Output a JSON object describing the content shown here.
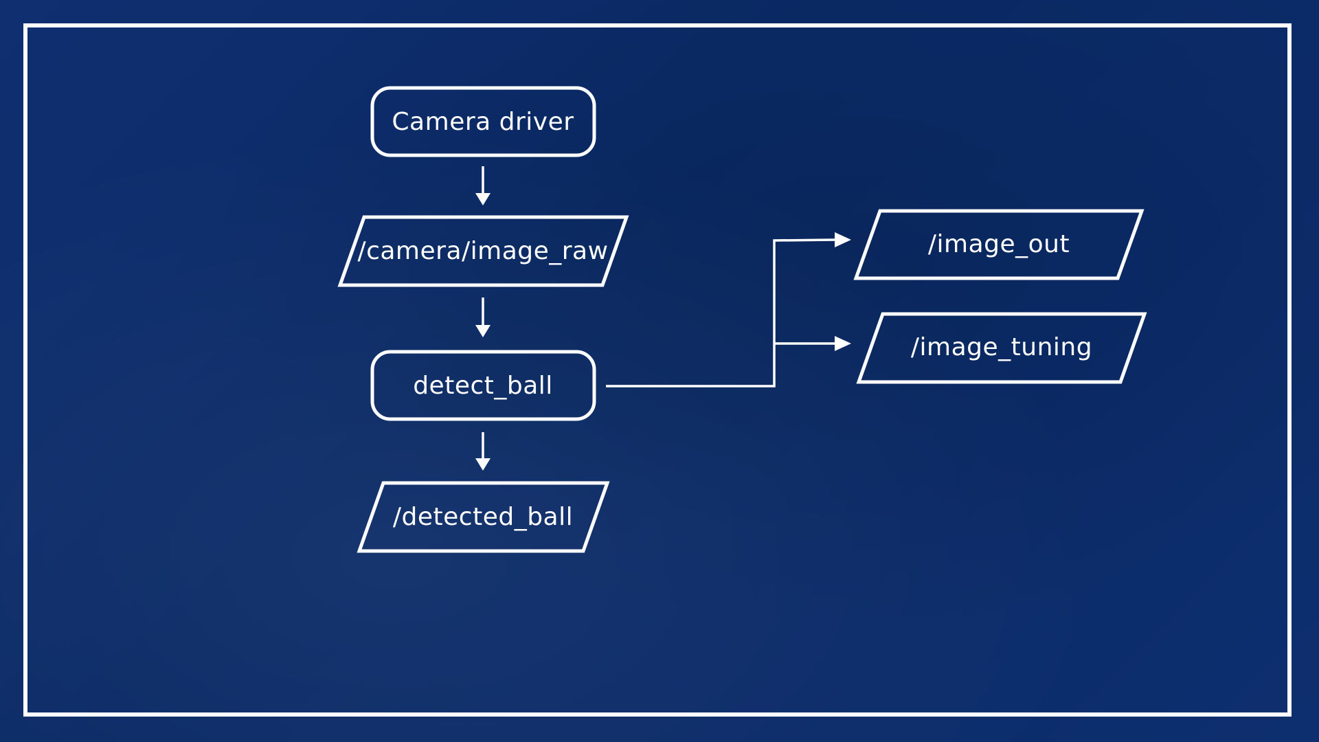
{
  "diagram": {
    "nodes": {
      "camera_driver": {
        "label": "Camera driver",
        "shape": "rounded-rect"
      },
      "camera_image_raw": {
        "label": "/camera/image_raw",
        "shape": "parallelogram"
      },
      "detect_ball": {
        "label": "detect_ball",
        "shape": "rounded-rect"
      },
      "detected_ball": {
        "label": "/detected_ball",
        "shape": "parallelogram"
      },
      "image_out": {
        "label": "/image_out",
        "shape": "parallelogram"
      },
      "image_tuning": {
        "label": "/image_tuning",
        "shape": "parallelogram"
      }
    },
    "edges": [
      {
        "from": "camera_driver",
        "to": "camera_image_raw"
      },
      {
        "from": "camera_image_raw",
        "to": "detect_ball"
      },
      {
        "from": "detect_ball",
        "to": "detected_ball"
      },
      {
        "from": "detect_ball",
        "to": "image_out"
      },
      {
        "from": "detect_ball",
        "to": "image_tuning"
      }
    ]
  },
  "colors": {
    "background": "#0b2a66",
    "stroke": "#ffffff",
    "text": "#ffffff"
  }
}
